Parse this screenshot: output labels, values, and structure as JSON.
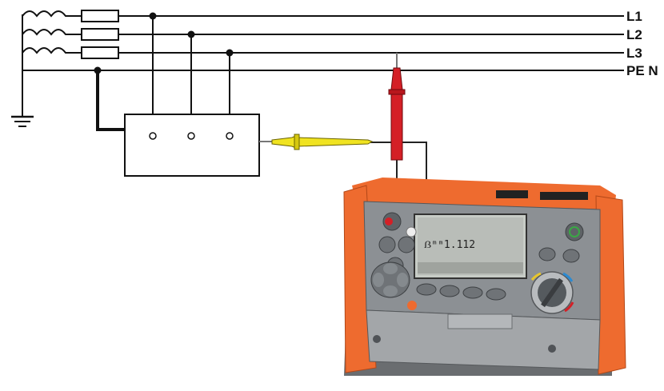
{
  "diagram": {
    "line_labels": [
      "L1",
      "L2",
      "L3",
      "PE N"
    ],
    "meter": {
      "lcd_reading": "ẞᵐᵐ1.112"
    }
  },
  "colors": {
    "wire": "#111111",
    "lead_red": "#d41f26",
    "lead_yellow": "#f0e321",
    "meter_orange": "#ee6b2f",
    "meter_body": "#8a8d91",
    "lcd": "#b9bdb8"
  }
}
